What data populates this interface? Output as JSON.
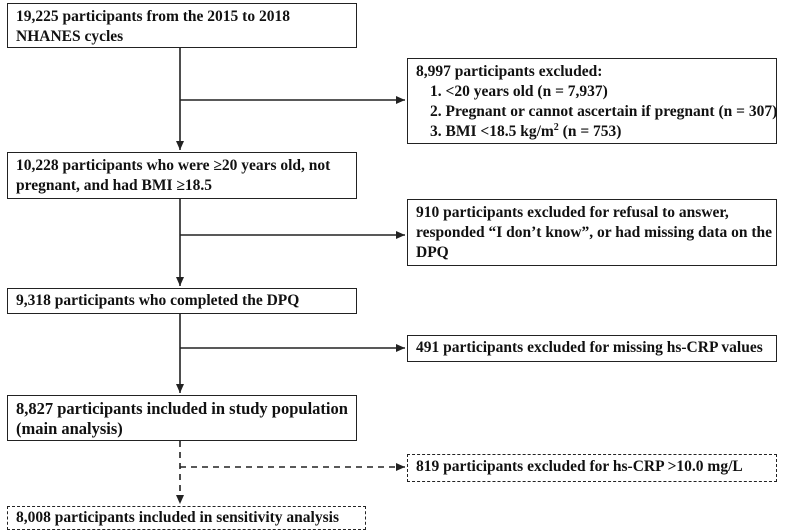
{
  "flow": {
    "start": {
      "lines": [
        "19,225 participants from the 2015 to 2018",
        "NHANES cycles"
      ]
    },
    "exclusion1": {
      "title": "8,997 participants excluded:",
      "items": [
        "1. <20 years old (n = 7,937)",
        "2. Pregnant or cannot ascertain if pregnant (n = 307)"
      ],
      "item3_prefix": "3. BMI <18.5 kg/m",
      "item3_sup": "2",
      "item3_suffix": " (n = 753)"
    },
    "step2": {
      "lines": [
        "10,228 participants who were ≥20 years old, not",
        "pregnant, and had BMI ≥18.5"
      ]
    },
    "exclusion2": {
      "lines": [
        "910 participants excluded for refusal to answer,",
        "responded “I don’t know”, or had missing data on the",
        "DPQ"
      ]
    },
    "step3": {
      "text": "9,318 participants who completed the DPQ"
    },
    "exclusion3": {
      "text": "491 participants excluded for missing hs-CRP values"
    },
    "main": {
      "lines": [
        "8,827 participants included in study population",
        "(main analysis)"
      ]
    },
    "exclusion4": {
      "text": "819 participants excluded for hs-CRP >10.0 mg/L"
    },
    "sensitivity": {
      "text": "8,008 participants included in sensitivity analysis"
    }
  }
}
